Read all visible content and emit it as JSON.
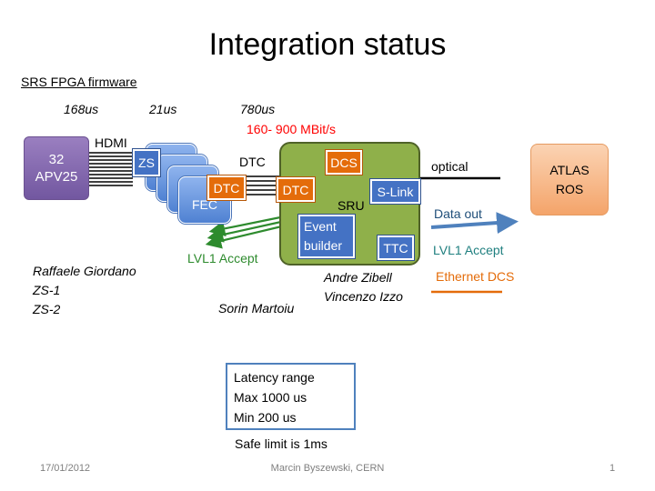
{
  "slide": {
    "title": "Integration status",
    "subtitle": "SRS FPGA firmware",
    "timings": [
      "168us",
      "21us",
      "780us"
    ],
    "bandwidth": "160- 900 MBit/s"
  },
  "diagram": {
    "apv_label_line1": "32",
    "apv_label_line2": "APV25",
    "hdmi_label": "HDMI",
    "zs_label": "ZS",
    "fec_label": "FEC",
    "dtc_fec_label": "DTC",
    "dtc_link_label": "DTC",
    "dtc_sru_label": "DTC",
    "dcs_label": "DCS",
    "slink_label": "S-Link",
    "sru_label": "SRU",
    "event_builder_line1": "Event",
    "event_builder_line2": "builder",
    "ttc_label": "TTC",
    "optical_label": "optical",
    "atlas_line1": "ATLAS",
    "atlas_line2": "ROS",
    "data_out_label": "Data out",
    "lvl1_right_label": "LVL1 Accept",
    "lvl1_left_label": "LVL1 Accept",
    "ethernet_dcs_label": "Ethernet DCS"
  },
  "people": {
    "group1": [
      "Raffaele Giordano",
      "ZS-1",
      "ZS-2"
    ],
    "sorin": "Sorin Martoiu",
    "group2": [
      "Andre Zibell",
      "Vincenzo Izzo"
    ]
  },
  "latency": {
    "lines": [
      "Latency range",
      "Max 1000 us",
      "Min 200 us"
    ],
    "safe_limit": "Safe limit is 1ms"
  },
  "footer": {
    "date": "17/01/2012",
    "author": "Marcin Byszewski, CERN",
    "page": "1"
  },
  "colors": {
    "accent_red": "#ff0000",
    "sru_green": "#8fb04a",
    "arrow_green": "#2e8b2e",
    "orange": "#e46c0a",
    "blue": "#4472c4",
    "purple": "#8064a2",
    "teal_text": "#1f7f7f",
    "data_out_blue": "#1f4e79"
  }
}
